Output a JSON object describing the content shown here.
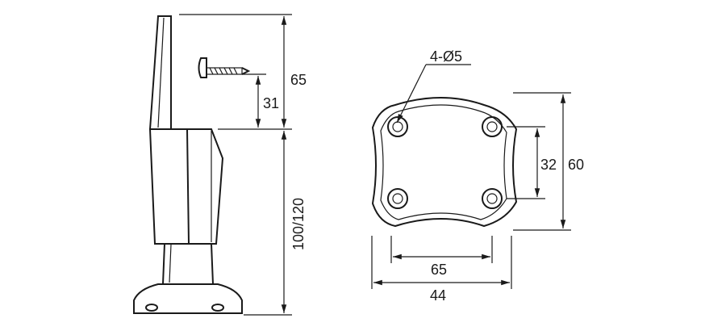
{
  "side_view": {
    "dim_top_height": "65",
    "dim_screw_height": "31",
    "dim_body_height": "100/120"
  },
  "plate_view": {
    "hole_callout": "4-Ø5",
    "dim_hole_spacing_vertical": "32",
    "dim_plate_height": "60",
    "dim_hole_spacing_horizontal": "65",
    "dim_plate_width": "44"
  }
}
